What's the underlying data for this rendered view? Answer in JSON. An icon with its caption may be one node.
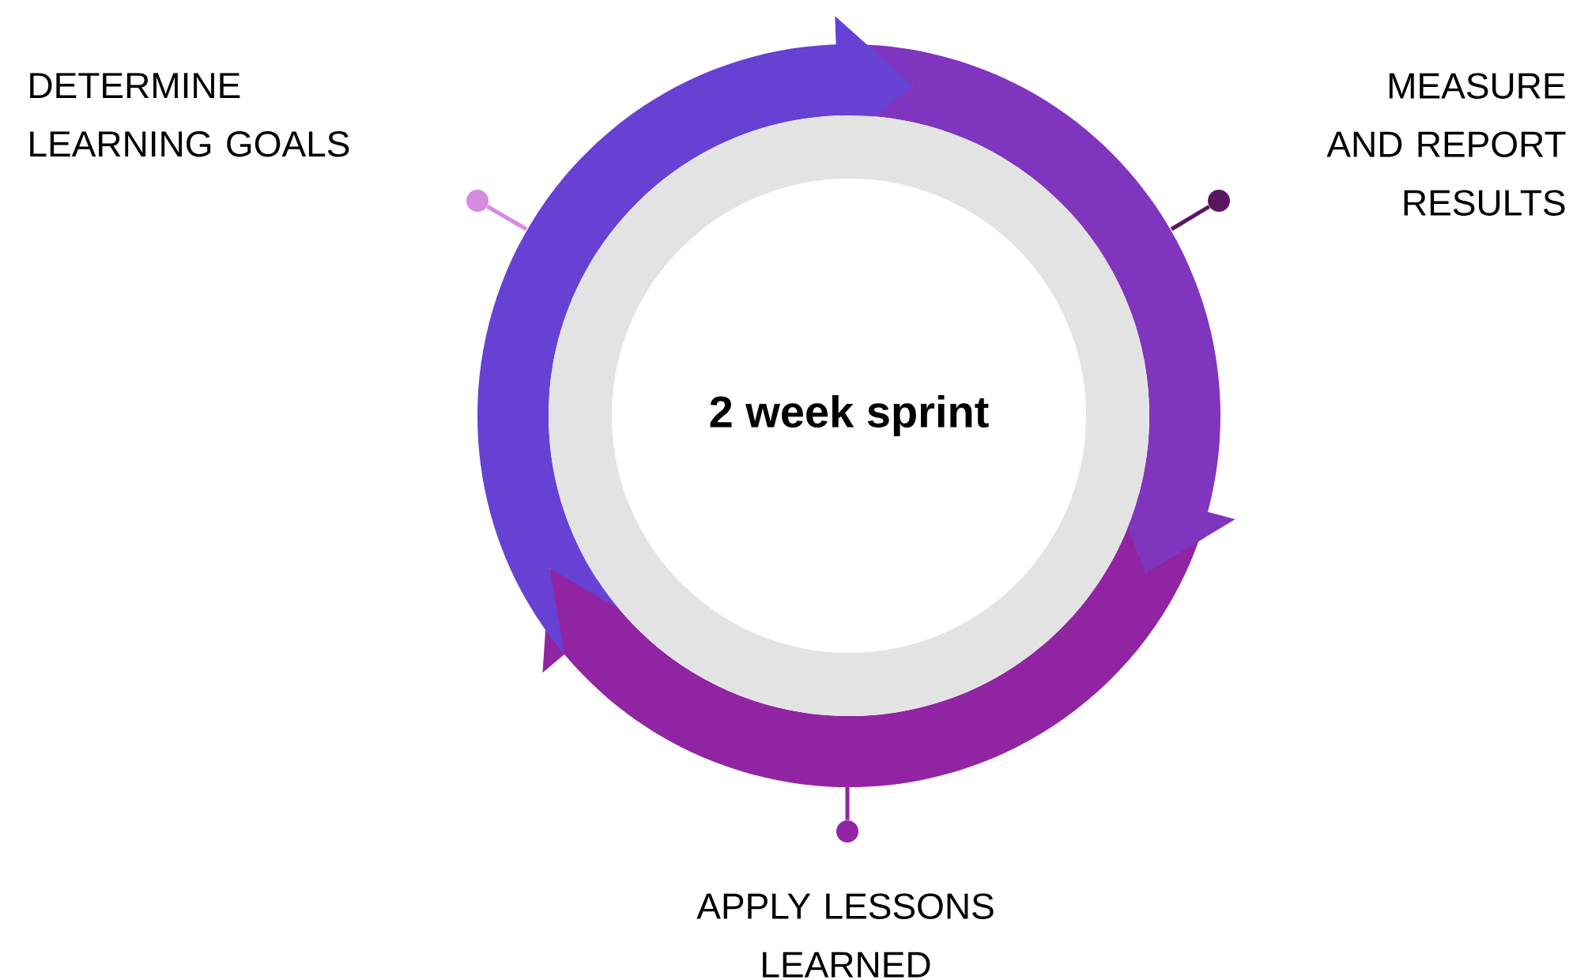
{
  "diagram": {
    "nodes": [
      {
        "text": [
          "2 week sprint"
        ]
      },
      {
        "text": [],
        "shape": "circle",
        "beside": [
          "DETERMINE LEARNING GOALS"
        ]
      },
      {
        "text": [],
        "shape": "circle",
        "beside": [
          "MEASURE AND REPORT RESULTS"
        ]
      },
      {
        "text": [],
        "shape": "circle",
        "beside": [
          "APPLY LESSONS LEARNED"
        ]
      }
    ],
    "edges": [
      {
        "from": 1,
        "to": null,
        "arrow": "none",
        "color": "#d68ae0"
      },
      {
        "from": 2,
        "to": null,
        "arrow": "none",
        "color": "#5a1560"
      },
      {
        "from": 3,
        "to": null,
        "arrow": "none",
        "color": "#9124a3"
      }
    ]
  }
}
